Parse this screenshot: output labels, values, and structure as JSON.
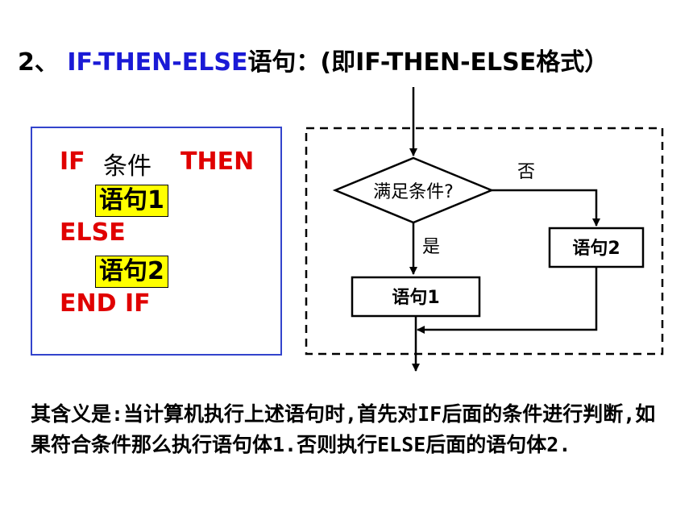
{
  "title": {
    "number": "2、",
    "keyword": "IF-THEN-ELSE",
    "rest": "语句：(即IF-THEN-ELSE格式）"
  },
  "code": {
    "if_kw": "IF",
    "condition": "条件",
    "then_kw": "THEN",
    "statement1": "语句1",
    "else_kw": "ELSE",
    "statement2": "语句2",
    "endif_kw": "END IF"
  },
  "flowchart": {
    "decision": "满足条件?",
    "yes_label": "是",
    "no_label": "否",
    "statement1": "语句1",
    "statement2": "语句2"
  },
  "description": "其含义是:当计算机执行上述语句时,首先对IF后面的条件进行判断,如果符合条件那么执行语句体1.否则执行ELSE后面的语句体2."
}
